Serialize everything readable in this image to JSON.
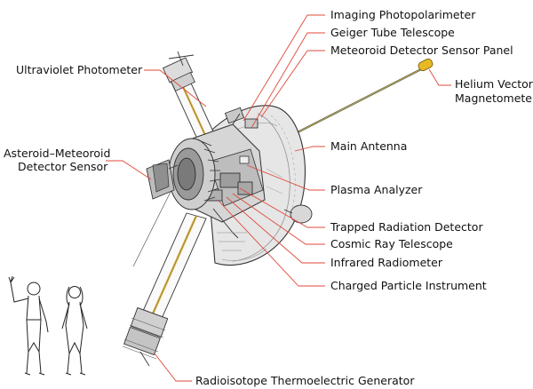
{
  "diagram": {
    "labels": {
      "imaging_photopolarimeter": "Imaging Photopolarimeter",
      "geiger_tube_telescope": "Geiger Tube Telescope",
      "meteoroid_detector_sensor_panel": "Meteoroid Detector Sensor Panel",
      "ultraviolet_photometer": "Ultraviolet Photometer",
      "helium_vector_magnetometer_1": "Helium Vector",
      "helium_vector_magnetometer_2": "Magnetometer",
      "asteroid_meteoroid_detector_1": "Asteroid–Meteoroid",
      "asteroid_meteoroid_detector_2": "Detector Sensor",
      "main_antenna": "Main Antenna",
      "plasma_analyzer": "Plasma Analyzer",
      "trapped_radiation_detector": "Trapped Radiation Detector",
      "cosmic_ray_telescope": "Cosmic Ray Telescope",
      "infrared_radiometer": "Infrared Radiometer",
      "charged_particle_instrument": "Charged Particle Instrument",
      "rtg": "Radioisotope Thermoelectric Generator"
    },
    "colors": {
      "leader": "#e04a3a",
      "antenna_fill": "#e6e6e6",
      "magnetometer": "#e8b923",
      "boom_highlight": "#d9b44a"
    }
  }
}
